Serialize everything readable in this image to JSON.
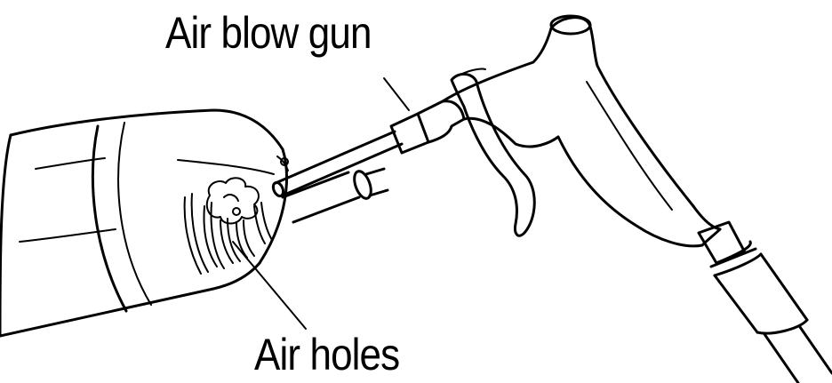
{
  "labels": {
    "air_blow_gun": "Air blow gun",
    "air_holes": "Air holes"
  },
  "colors": {
    "ink": "#000000",
    "paper": "#ffffff"
  },
  "icons": {
    "tool_body": "power-tool-housing",
    "blow_gun": "air-blow-gun",
    "vents": "air-vent-slots"
  }
}
